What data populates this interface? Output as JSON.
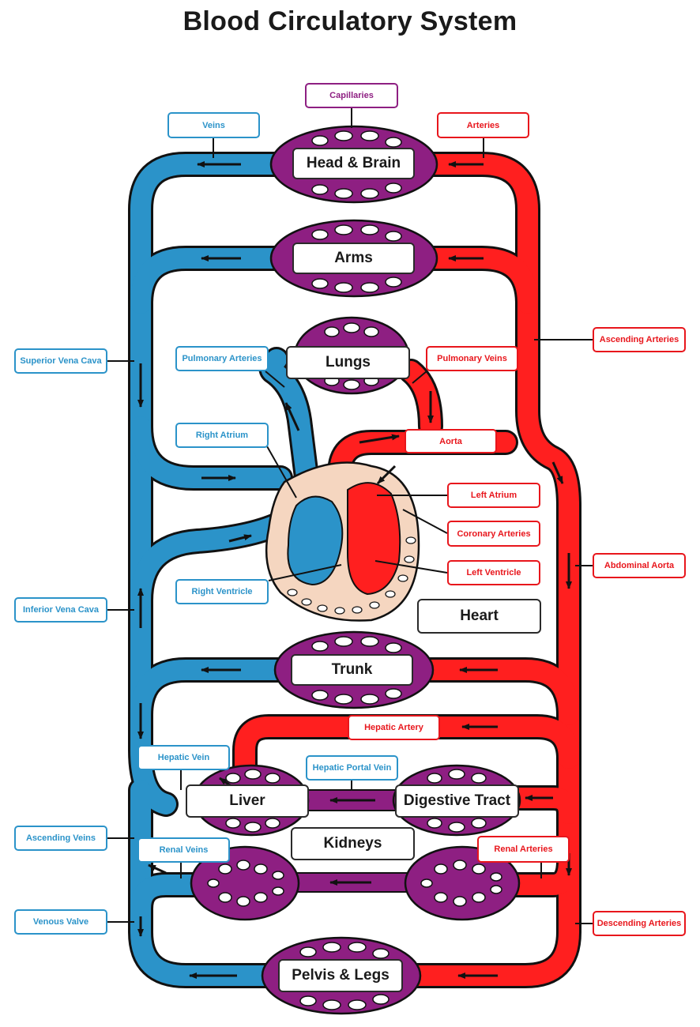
{
  "title": "Blood Circulatory System",
  "organs": {
    "head_brain": "Head & Brain",
    "arms": "Arms",
    "lungs": "Lungs",
    "heart": "Heart",
    "trunk": "Trunk",
    "liver": "Liver",
    "digestive_tract": "Digestive Tract",
    "kidneys": "Kidneys",
    "pelvis_legs": "Pelvis & Legs"
  },
  "labels": {
    "capillaries": "Capillaries",
    "veins": "Veins",
    "arteries": "Arteries",
    "ascending_arteries": "Ascending Arteries",
    "superior_vena_cava": "Superior Vena Cava",
    "pulmonary_arteries": "Pulmonary Arteries",
    "pulmonary_veins": "Pulmonary Veins",
    "right_atrium": "Right Atrium",
    "aorta": "Aorta",
    "left_atrium": "Left Atrium",
    "coronary_arteries": "Coronary Arteries",
    "abdominal_aorta": "Abdominal Aorta",
    "right_ventricle": "Right Ventricle",
    "left_ventricle": "Left Ventricle",
    "inferior_vena_cava": "Inferior Vena Cava",
    "hepatic_artery": "Hepatic Artery",
    "hepatic_vein": "Hepatic Vein",
    "hepatic_portal_vein": "Hepatic Portal Vein",
    "ascending_veins": "Ascending Veins",
    "renal_veins": "Renal Veins",
    "renal_arteries": "Renal Arteries",
    "venous_valve": "Venous Valve",
    "descending_arteries": "Descending Arteries"
  },
  "colors": {
    "venous_blood": "#2b93c9",
    "arterial_blood": "#ff1f1f",
    "capillaries": "#8e1f82",
    "heart_tissue": "#f5d6c0"
  }
}
